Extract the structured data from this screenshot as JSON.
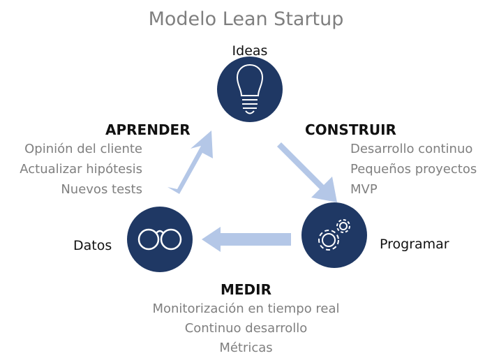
{
  "title": "Modelo Lean Startup",
  "colors": {
    "node_fill": "#1f3864",
    "arrow_fill": "#b4c7e7",
    "muted_text": "#7f7f7f",
    "text": "#111111"
  },
  "nodes": {
    "ideas": {
      "label": "Ideas",
      "icon": "lightbulb-icon"
    },
    "programar": {
      "label": "Programar",
      "icon": "gears-icon"
    },
    "datos": {
      "label": "Datos",
      "icon": "glasses-icon"
    }
  },
  "phases": {
    "construir": {
      "heading": "CONSTRUIR",
      "items": [
        "Desarrollo continuo",
        "Pequeños proyectos",
        "MVP"
      ]
    },
    "medir": {
      "heading": "MEDIR",
      "items": [
        "Monitorización en tiempo real",
        "Continuo desarrollo",
        "Métricas"
      ]
    },
    "aprender": {
      "heading": "APRENDER",
      "items": [
        "Opinión del cliente",
        "Actualizar hipótesis",
        "Nuevos tests"
      ]
    }
  }
}
